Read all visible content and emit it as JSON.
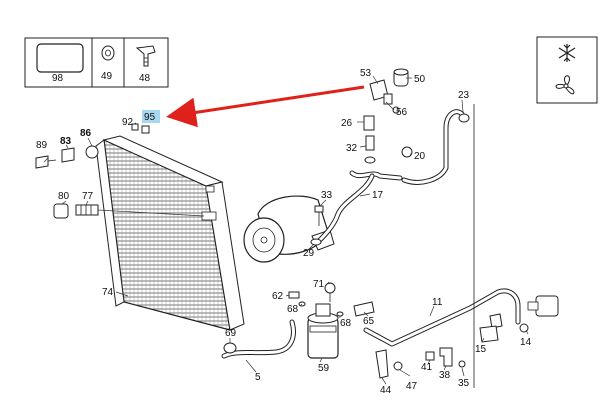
{
  "legend_box": {
    "items": [
      {
        "label": "98",
        "icon": "bracket-plate-icon"
      },
      {
        "label": "49",
        "icon": "washer-icon"
      },
      {
        "label": "48",
        "icon": "push-clip-icon"
      }
    ]
  },
  "climate_box": {
    "icons": [
      "snowflake-icon",
      "fan-icon"
    ]
  },
  "highlight": {
    "label": "95",
    "highlight_color": "#a8d8f0",
    "arrow_color": "#e0201a"
  },
  "callouts": {
    "c53": "53",
    "c50": "50",
    "c56": "56",
    "c23": "23",
    "c26": "26",
    "c32": "32",
    "c20": "20",
    "c92": "92",
    "c89": "89",
    "c83": "83",
    "c86": "86",
    "c80": "80",
    "c77": "77",
    "c33": "33",
    "c17": "17",
    "c29": "29",
    "c74": "74",
    "c71": "71",
    "c62": "62",
    "c68a": "68",
    "c68b": "68",
    "c65": "65",
    "c69": "69",
    "c11": "11",
    "c14": "14",
    "c15": "15",
    "c5": "5",
    "c59": "59",
    "c41": "41",
    "c38": "38",
    "c44": "44",
    "c47": "47",
    "c35": "35"
  }
}
